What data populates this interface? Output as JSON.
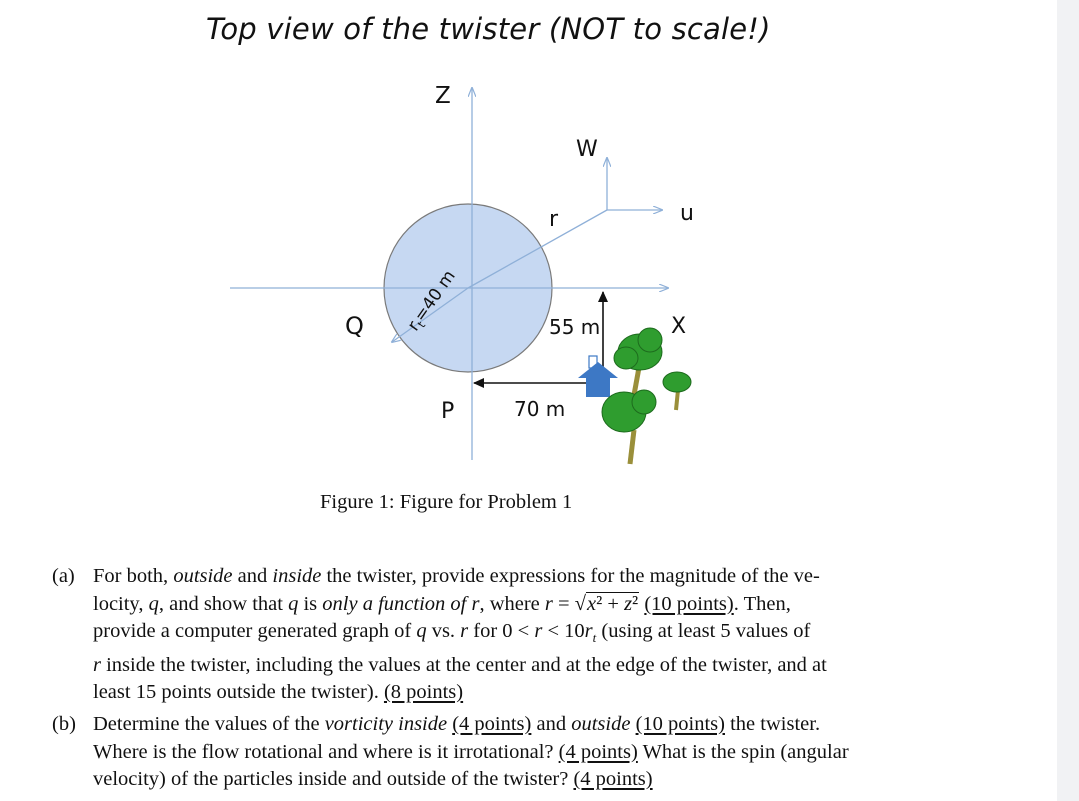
{
  "figure": {
    "title": "Top view of the twister (NOT to scale!)",
    "axis_z_label": "Z",
    "axis_x_label": "X",
    "label_w": "W",
    "label_u": "u",
    "label_r": "r",
    "label_q": "Q",
    "label_p": "P",
    "radius_label": "r",
    "radius_subscript": "t",
    "radius_value": "=40 m",
    "dist_vertical": "55 m",
    "dist_horizontal": "70 m",
    "caption": "Figure 1: Figure for Problem 1",
    "colors": {
      "axis": "#8fb0d8",
      "circle_fill": "#c6d8f2",
      "circle_stroke": "#7a7a7a",
      "house": "#3d78c5",
      "tree": "#2f9d2f",
      "trunk": "#8a8a3a"
    }
  },
  "part_a": {
    "tag": "(a)",
    "lines": [
      "For both, outside and inside the twister, provide expressions for the magnitude of the ve-",
      "locity, q, and show that q is only a function of r, where r = √(x² + z²) (10 points). Then,",
      "provide a computer generated graph of q vs. r for 0 < r < 10rt (using at least 5 values of",
      "r inside the twister, including the values at the center and at the edge of the twister, and at",
      "least 15 points outside the twister). (8 points)"
    ]
  },
  "part_b": {
    "tag": "(b)",
    "lines": [
      "Determine the values of the vorticity inside (4 points) and outside (10 points) the twister.",
      "Where is the flow rotational and where is it irrotational? (4 points) What is the spin (angular",
      "velocity) of the particles inside and outside of the twister? (4 points)"
    ]
  }
}
